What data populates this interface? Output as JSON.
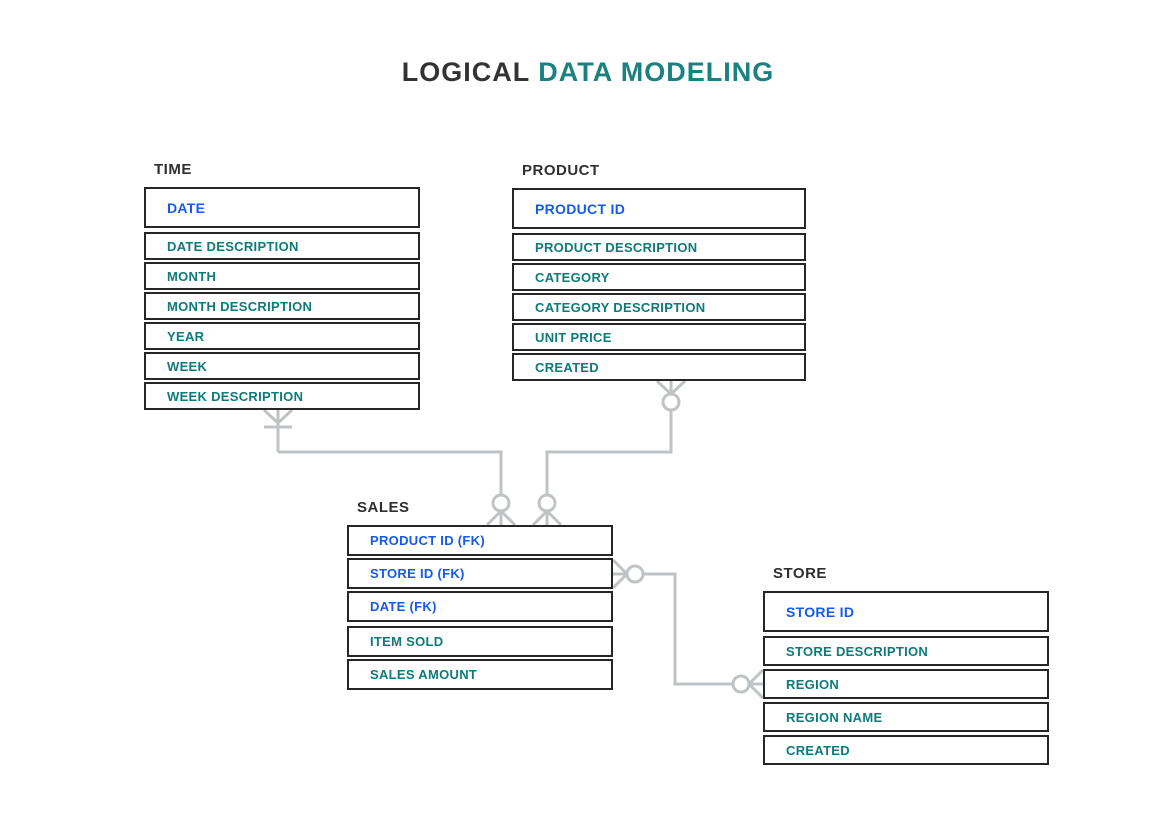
{
  "title": {
    "primary": "LOGICAL",
    "secondary": "DATA MODELING",
    "full": "LOGICAL DATA MODELING"
  },
  "colors": {
    "accent_teal": "#0e7a7a",
    "title_teal": "#1a8180",
    "key_blue": "#1659f0",
    "title_dark": "#333333",
    "border_dark": "#262626",
    "connector_gray": "#bfc3c6"
  },
  "entities": [
    {
      "id": "time",
      "name": "TIME",
      "keys": [
        "DATE"
      ],
      "attributes": [
        "DATE DESCRIPTION",
        "MONTH",
        "MONTH DESCRIPTION",
        "YEAR",
        "WEEK",
        "WEEK DESCRIPTION"
      ]
    },
    {
      "id": "product",
      "name": "PRODUCT",
      "keys": [
        "PRODUCT ID"
      ],
      "attributes": [
        "PRODUCT DESCRIPTION",
        "CATEGORY",
        "CATEGORY DESCRIPTION",
        "UNIT PRICE",
        "CREATED"
      ]
    },
    {
      "id": "sales",
      "name": "SALES",
      "keys": [
        "PRODUCT ID (FK)",
        "STORE ID (FK)",
        "DATE (FK)"
      ],
      "attributes": [
        "ITEM SOLD",
        "SALES AMOUNT"
      ]
    },
    {
      "id": "store",
      "name": "STORE",
      "keys": [
        "STORE ID"
      ],
      "attributes": [
        "STORE DESCRIPTION",
        "REGION",
        "REGION NAME",
        "CREATED"
      ]
    }
  ],
  "relationships": [
    {
      "from": "TIME",
      "to": "SALES",
      "from_cardinality": "crow's foot with bar (one-or-many)",
      "to_cardinality": "circle with crow's foot (zero-or-many)"
    },
    {
      "from": "PRODUCT",
      "to": "SALES",
      "from_cardinality": "circle with crow's foot (zero-or-many)",
      "to_cardinality": "circle with crow's foot (zero-or-many)"
    },
    {
      "from": "SALES",
      "to": "STORE",
      "from_cardinality": "circle with crow's foot (zero-or-many)",
      "to_cardinality": "circle with crow's foot (zero-or-many)"
    }
  ]
}
